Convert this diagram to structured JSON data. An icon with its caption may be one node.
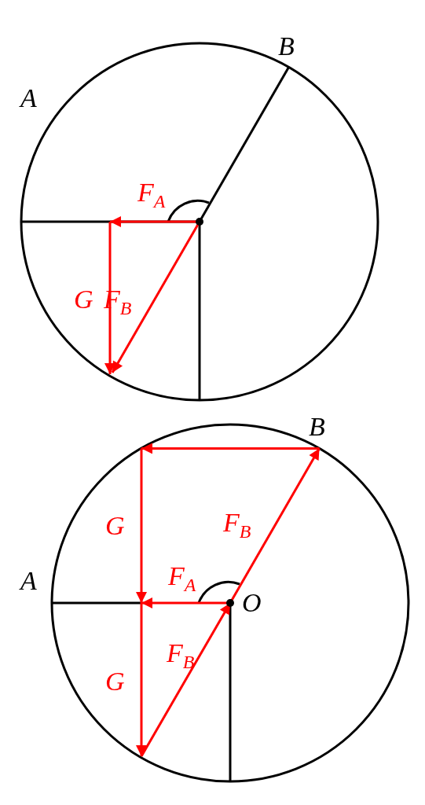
{
  "diagram": {
    "labels": [
      "B",
      "A",
      "F$_{A}$",
      "G",
      "F$_{B}$",
      "B",
      "G",
      "F$_{B}$",
      "A",
      "F$_{A}$",
      "O",
      "F$_{B}$",
      "G"
    ]
  }
}
